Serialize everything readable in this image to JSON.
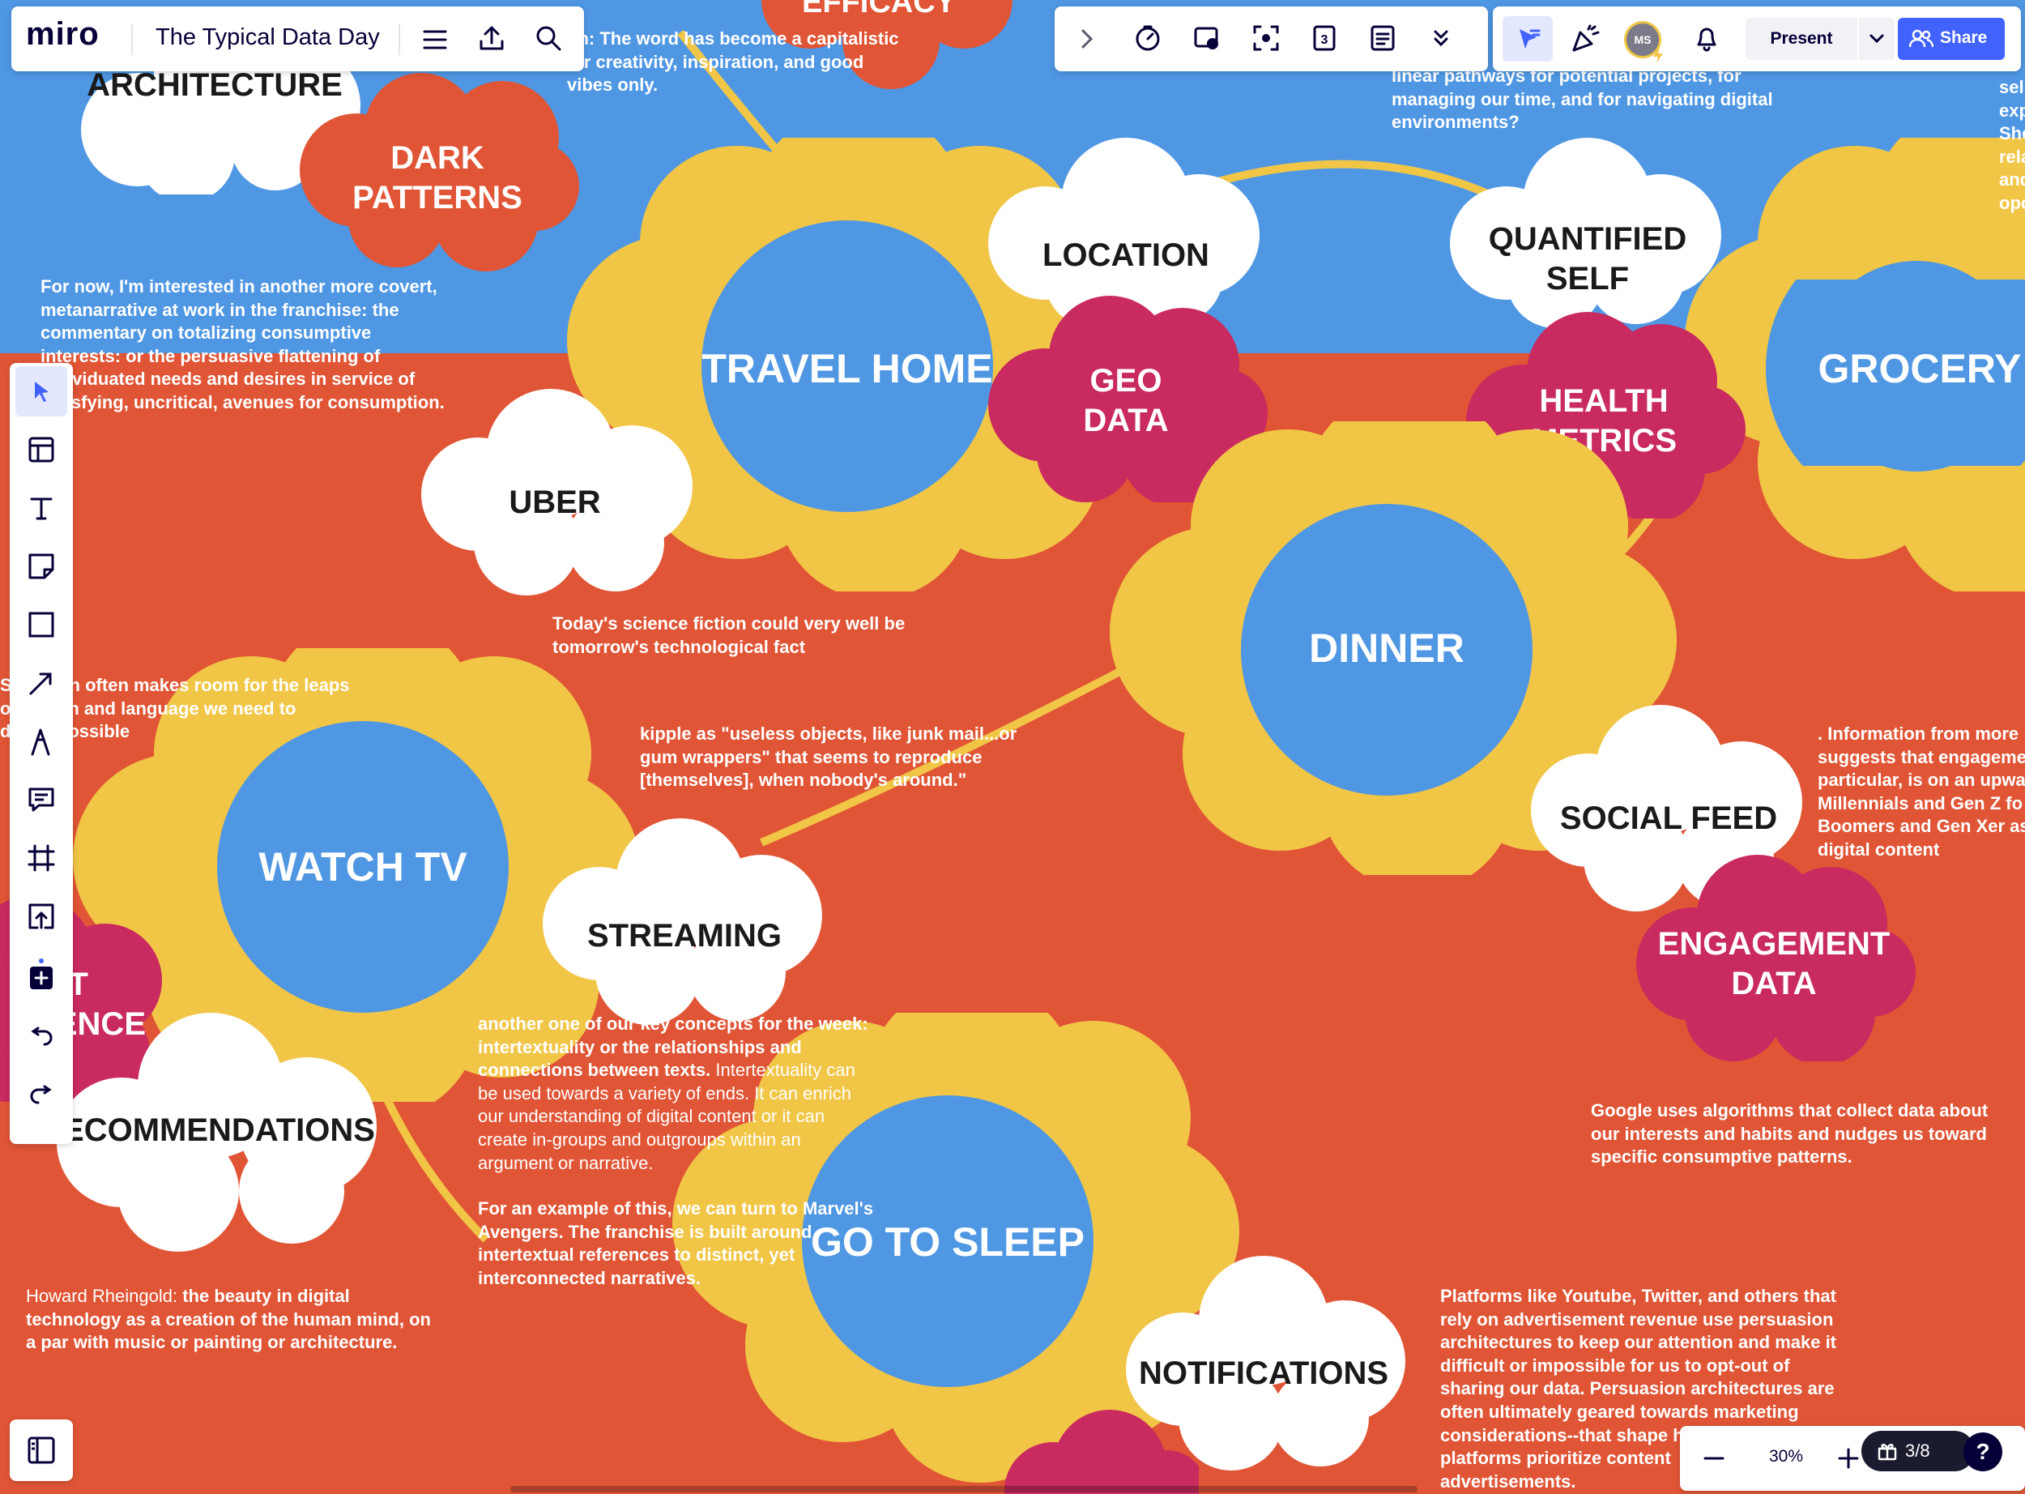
{
  "app": {
    "logo": "miro",
    "board_title": "The Typical Data Day"
  },
  "toolbar": {
    "present_label": "Present",
    "share_label": "Share",
    "avatar_initials": "MS"
  },
  "zoom": {
    "level": "30%",
    "frames": "3/8"
  },
  "colors": {
    "blue_bg": "#4f97e3",
    "red_bg": "#e05536",
    "yellow_cloud": "#f1c646",
    "blue_center": "#4f97e3",
    "magenta_cloud": "#c92a5f",
    "orange_cloud": "#e05536",
    "share_button": "#4262ff"
  },
  "board": {
    "top_partial_left": "ARCHITECTURE",
    "top_partial_center": "EFFICACY",
    "dark_patterns": "DARK\nPATTERNS",
    "travel_home": "TRAVEL HOME",
    "location": "LOCATION",
    "geo_data": "GEO\nDATA",
    "quantified_self": "QUANTIFIED\nSELF",
    "health_metrics": "HEALTH\nMETRICS",
    "grocery": "GROCERY",
    "uber": "UBER",
    "dinner": "DINNER",
    "watch_tv": "WATCH TV",
    "streaming": "STREAMING",
    "social_feed": "SOCIAL FEED",
    "engagement_data": "ENGAGEMENT\nDATA",
    "partial_left_red": "T\nERENCE",
    "recommendations": "ECOMMENDATIONS",
    "go_to_sleep": "GO TO SLEEP",
    "notifications": "NOTIFICATIONS"
  },
  "notes": {
    "top_center": "on: The word has become a capitalistic\n for creativity, inspiration, and good\nvibes only.",
    "top_right": "linear pathways for potential projects, for\nmanaging our time, and for navigating digital\nenvironments?",
    "far_right_top": "sel\nexp\nShe\nrela\nand\nopo",
    "metanarrative": "For now, I'm interested in another more covert,\nmetanarrative at work in the franchise: the\ncommentary on totalizing consumptive\ninterests: or the persuasive flattening of\nindividuated needs and desires in service of\nsatisfying, uncritical, avenues for consumption.",
    "science_fiction": "Today's science fiction could very well be\ntomorrow's technological fact",
    "fiction_leaps": "S   fiction often makes room for the leaps\no   nation and language we need to\nd   the possible",
    "kipple": "kipple as \"useless objects, like junk mail...or\ngum wrappers\" that seems to reproduce\n[themselves], when nobody's around.\"",
    "info_from_more": ". Information from more\nsuggests that engageme\nparticular, is on an upwa\nMillennials and Gen Z fo\nBoomers and Gen Xer as\ndigital content",
    "intertext_bold": "another one of our key concepts for the week:\nintertextuality or the relationships and\nconnections between texts.",
    "intertext_light": " Intertextuality can\nbe used towards a variety of ends. It can enrich\nour understanding of digital content or it can\ncreate in-groups and outgroups within an\nargument or narrative.",
    "avengers": "For an example of this, we can turn to Marvel's\nAvengers. The franchise is built around\nintertextual references to distinct, yet\ninterconnected narratives.",
    "google": "Google uses algorithms that collect data about\nour interests and habits and nudges us toward\nspecific consumptive patterns.",
    "rheingold_light": "Howard Rheingold:",
    "rheingold_bold": " the beauty in digital\ntechnology as a creation of the human mind, on\na par with music or painting or architecture.",
    "platforms": "Platforms like Youtube, Twitter, and others that\nrely on advertisement revenue use persuasion\narchitectures to keep our attention and make it\ndifficult or impossible for us to opt-out of\nsharing our data. Persuasion architectures are\noften ultimately geared towards marketing\nconsiderations--that shape how\nplatforms prioritize content\nadvertisements."
  }
}
